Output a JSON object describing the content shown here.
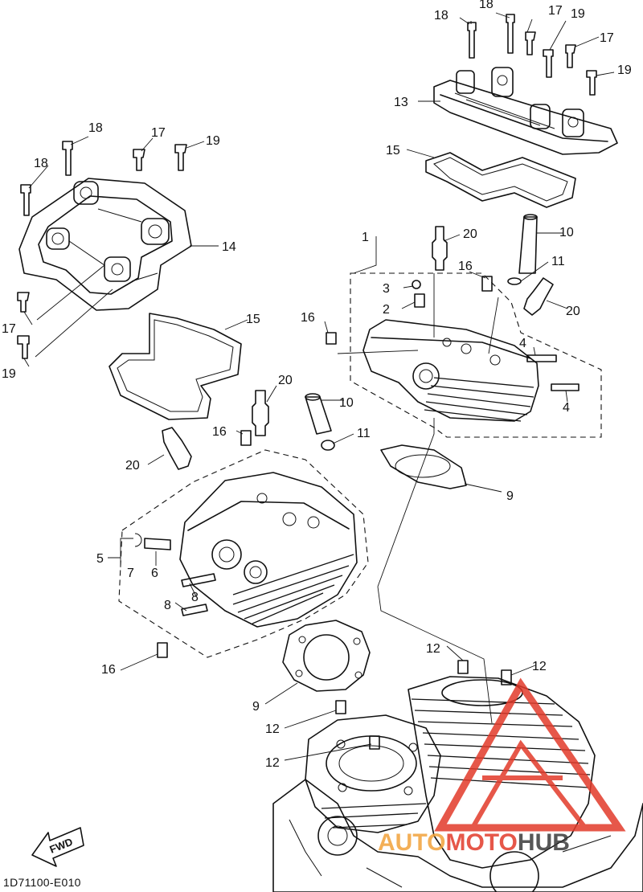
{
  "diagram": {
    "code": "1D71100-E010",
    "fwd_label": "FWD",
    "callouts": [
      {
        "id": "c1",
        "text": "1"
      },
      {
        "id": "c2",
        "text": "2"
      },
      {
        "id": "c3",
        "text": "3"
      },
      {
        "id": "c4a",
        "text": "4"
      },
      {
        "id": "c4b",
        "text": "4"
      },
      {
        "id": "c5",
        "text": "5"
      },
      {
        "id": "c6",
        "text": "6"
      },
      {
        "id": "c7",
        "text": "7"
      },
      {
        "id": "c8a",
        "text": "8"
      },
      {
        "id": "c8b",
        "text": "8"
      },
      {
        "id": "c9a",
        "text": "9"
      },
      {
        "id": "c9b",
        "text": "9"
      },
      {
        "id": "c10a",
        "text": "10"
      },
      {
        "id": "c10b",
        "text": "10"
      },
      {
        "id": "c11a",
        "text": "11"
      },
      {
        "id": "c11b",
        "text": "11"
      },
      {
        "id": "c12a",
        "text": "12"
      },
      {
        "id": "c12b",
        "text": "12"
      },
      {
        "id": "c12c",
        "text": "12"
      },
      {
        "id": "c12d",
        "text": "12"
      },
      {
        "id": "c13",
        "text": "13"
      },
      {
        "id": "c14",
        "text": "14"
      },
      {
        "id": "c15a",
        "text": "15"
      },
      {
        "id": "c15b",
        "text": "15"
      },
      {
        "id": "c16a",
        "text": "16"
      },
      {
        "id": "c16b",
        "text": "16"
      },
      {
        "id": "c16c",
        "text": "16"
      },
      {
        "id": "c16d",
        "text": "16"
      },
      {
        "id": "c17a",
        "text": "17"
      },
      {
        "id": "c17b",
        "text": "17"
      },
      {
        "id": "c17c",
        "text": "17"
      },
      {
        "id": "c17d",
        "text": "17"
      },
      {
        "id": "c18a",
        "text": "18"
      },
      {
        "id": "c18b",
        "text": "18"
      },
      {
        "id": "c18c",
        "text": "18"
      },
      {
        "id": "c18d",
        "text": "18"
      },
      {
        "id": "c19a",
        "text": "19"
      },
      {
        "id": "c19b",
        "text": "19"
      },
      {
        "id": "c19c",
        "text": "19"
      },
      {
        "id": "c19d",
        "text": "19"
      },
      {
        "id": "c20a",
        "text": "20"
      },
      {
        "id": "c20b",
        "text": "20"
      },
      {
        "id": "c20c",
        "text": "20"
      },
      {
        "id": "c20d",
        "text": "20"
      }
    ]
  },
  "watermark": {
    "part1": "AUTO",
    "part2": "MOTO",
    "part3": "HUB",
    "color_orange": "#f2a23a",
    "color_red": "#e23a2a",
    "color_dark": "#3a3a3a"
  }
}
